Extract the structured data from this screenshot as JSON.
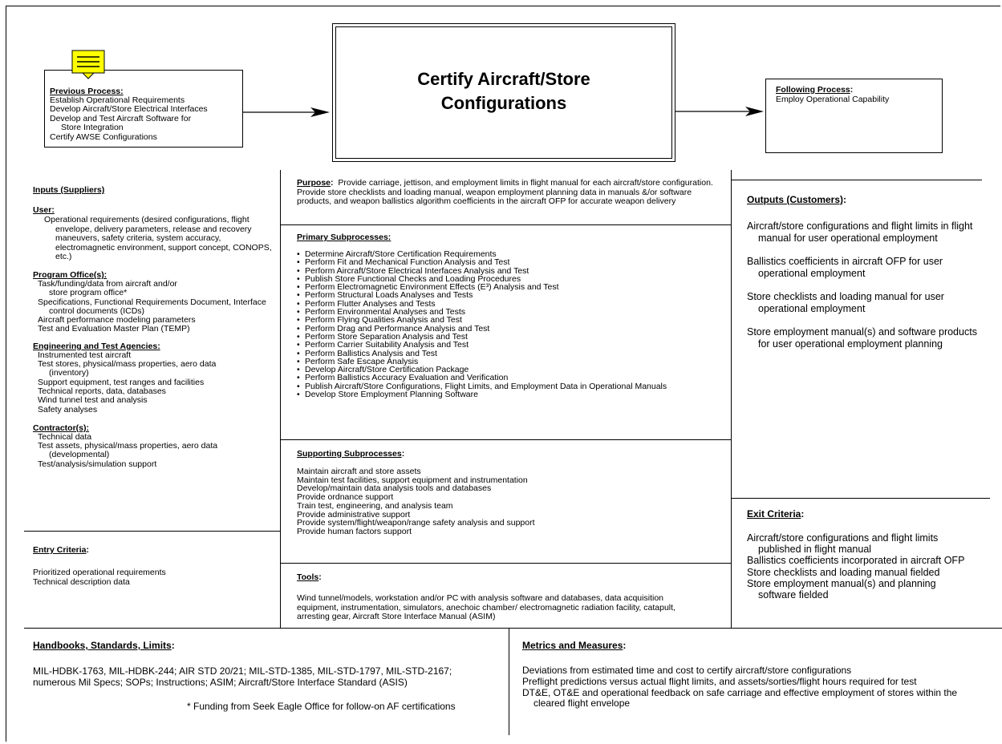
{
  "title": {
    "line1": "Certify Aircraft/Store",
    "line2": "Configurations"
  },
  "previous": {
    "heading": "Previous Process:",
    "items": [
      "Establish Operational Requirements",
      "Develop Aircraft/Store Electrical Interfaces",
      "Develop and Test Aircraft Software for",
      "Store Integration",
      "Certify AWSE Configurations"
    ]
  },
  "following": {
    "heading": "Following Process",
    "colon": ":",
    "items": [
      "Employ Operational Capability"
    ]
  },
  "inputs": {
    "heading": "Inputs (Suppliers)",
    "user_heading": "User:",
    "user_text": "Operational requirements (desired configurations, flight envelope, delivery parameters, release and recovery maneuvers, safety criteria, system accuracy, electromagnetic environment, support concept, CONOPS, etc.)",
    "program_heading": "Program Office(s):",
    "program_items": [
      "Task/funding/data from aircraft and/or store program office*",
      "Specifications, Functional Requirements Document, Interface control documents (ICDs)",
      "Aircraft performance modeling parameters",
      "Test and Evaluation Master Plan (TEMP)"
    ],
    "eng_heading": "Engineering and Test Agencies:",
    "eng_items": [
      "Instrumented test aircraft",
      "Test stores, physical/mass properties, aero data (inventory)",
      "Support equipment, test ranges and facilities",
      "Technical reports, data, databases",
      "Wind tunnel test and analysis",
      "Safety analyses"
    ],
    "contractor_heading": "Contractor(s):",
    "contractor_items": [
      "Technical data",
      "Test assets, physical/mass properties, aero data (developmental)",
      "Test/analysis/simulation support"
    ]
  },
  "entry": {
    "heading": "Entry Criteria",
    "items": [
      "Prioritized operational requirements",
      "Technical description data"
    ]
  },
  "purpose": {
    "heading": "Purpose",
    "text": "Provide carriage, jettison, and employment limits in flight manual for each aircraft/store configuration. Provide store checklists and loading manual, weapon employment planning data in manuals &/or software products, and weapon ballistics algorithm coefficients in the aircraft OFP for accurate weapon delivery"
  },
  "primary": {
    "heading": "Primary Subprocesses:",
    "items": [
      "Determine Aircraft/Store Certification Requirements",
      "Perform Fit and Mechanical Function Analysis and Test",
      "Perform Aircraft/Store Electrical Interfaces Analysis and Test",
      "Publish Store Functional Checks and Loading Procedures",
      "Perform Electromagnetic Environment Effects (E³) Analysis and Test",
      "Perform Structural Loads Analyses and Tests",
      "Perform Flutter Analyses and Tests",
      "Perform Environmental Analyses and Tests",
      "Perform Flying Qualities Analysis and Test",
      "Perform Drag and Performance Analysis and Test",
      "Perform Store Separation Analysis and Test",
      "Perform Carrier Suitability Analysis and Test",
      "Perform Ballistics Analysis and Test",
      "Perform Safe Escape Analysis",
      "Develop Aircraft/Store Certification Package",
      "Perform Ballistics Accuracy Evaluation and Verification",
      "Publish Aircraft/Store Configurations, Flight Limits, and Employment Data in Operational Manuals",
      "Develop Store Employment Planning Software"
    ]
  },
  "supporting": {
    "heading": "Supporting Subprocesses",
    "items": [
      "Maintain aircraft and store assets",
      "Maintain test facilities, support equipment and instrumentation",
      "Develop/maintain data analysis tools and databases",
      "Provide ordnance support",
      "Train test, engineering, and analysis team",
      "Provide administrative support",
      "Provide system/flight/weapon/range safety analysis and support",
      "Provide human factors support"
    ]
  },
  "tools": {
    "heading": "Tools",
    "text": "Wind tunnel/models, workstation and/or PC with analysis software and databases, data acquisition equipment, instrumentation, simulators, anechoic chamber/ electromagnetic radiation facility, catapult, arresting gear, Aircraft Store Interface Manual (ASIM)"
  },
  "outputs": {
    "heading": "Outputs (Customers)",
    "items": [
      "Aircraft/store configurations and flight limits in flight manual for user operational employment",
      "Ballistics coefficients in aircraft OFP for user operational employment",
      "Store checklists and loading manual for user operational employment",
      "Store employment manual(s) and software products for user operational employment planning"
    ]
  },
  "exit": {
    "heading": "Exit Criteria",
    "items": [
      "Aircraft/store configurations and flight limits published in flight manual",
      "Ballistics coefficients incorporated in aircraft OFP",
      "Store checklists and loading manual fielded",
      "Store employment manual(s) and planning software fielded"
    ]
  },
  "handbooks": {
    "heading": "Handbooks, Standards, Limits",
    "text": "MIL-HDBK-1763, MIL-HDBK-244; AIR STD 20/21; MIL-STD-1385, MIL-STD-1797, MIL-STD-2167; numerous Mil Specs; SOPs; Instructions; ASIM; Aircraft/Store Interface Standard (ASIS)",
    "footnote": "* Funding from Seek Eagle Office for follow-on AF certifications"
  },
  "metrics": {
    "heading": "Metrics and Measures",
    "items": [
      "Deviations from estimated time and cost to certify aircraft/store configurations",
      "Preflight predictions versus actual flight limits, and assets/sorties/flight hours required for test",
      "DT&E, OT&E and operational feedback on safe carriage and effective employment of stores within the cleared flight envelope"
    ]
  },
  "colors": {
    "note_fill": "#ffff00",
    "line": "#000000"
  },
  "icons": {
    "note": "sticky-note-icon",
    "arrow": "arrow-right-icon"
  }
}
